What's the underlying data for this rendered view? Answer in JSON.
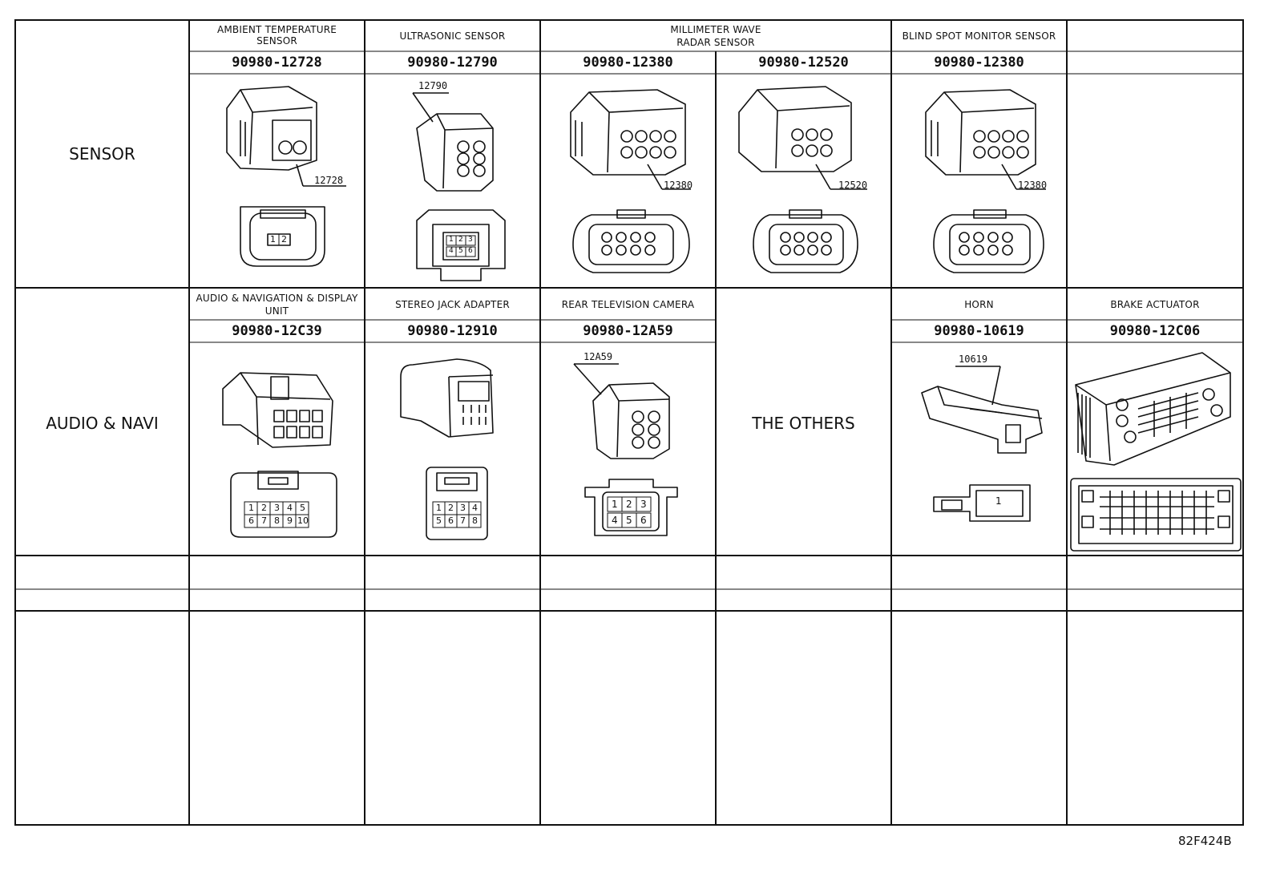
{
  "rows": {
    "sensor": "SENSOR",
    "audio": "AUDIO & NAVI",
    "others": "THE OTHERS"
  },
  "sensor": {
    "ambient": {
      "title": "AMBIENT TEMPERATURE SENSOR",
      "part": "90980-12728",
      "callout": "12728",
      "pins": [
        "1",
        "2"
      ]
    },
    "ultrasonic": {
      "title": "ULTRASONIC SENSOR",
      "part": "90980-12790",
      "callout": "12790",
      "pins": [
        "1",
        "2",
        "3",
        "4",
        "5",
        "6"
      ]
    },
    "mmw": {
      "title_l1": "MILLIMETER WAVE",
      "title_l2": "RADAR SENSOR",
      "part_a": "90980-12380",
      "callout_a": "12380",
      "part_b": "90980-12520",
      "callout_b": "12520"
    },
    "bsm": {
      "title": "BLIND SPOT MONITOR SENSOR",
      "part": "90980-12380",
      "callout": "12380"
    }
  },
  "audio": {
    "display": {
      "title_l1": "AUDIO & NAVIGATION & DISPLAY",
      "title_l2": "UNIT",
      "part": "90980-12C39",
      "pins": [
        "1",
        "2",
        "3",
        "4",
        "5",
        "6",
        "7",
        "8",
        "9",
        "10"
      ]
    },
    "jack": {
      "title": "STEREO JACK ADAPTER",
      "part": "90980-12910",
      "pins": [
        "1",
        "2",
        "3",
        "4",
        "5",
        "6",
        "7",
        "8"
      ]
    },
    "camera": {
      "title": "REAR TELEVISION CAMERA",
      "part": "90980-12A59",
      "callout": "12A59",
      "pins": [
        "1",
        "2",
        "3",
        "4",
        "5",
        "6"
      ]
    }
  },
  "others": {
    "horn": {
      "title": "HORN",
      "part": "90980-10619",
      "callout": "10619",
      "pin": "1"
    },
    "brake": {
      "title": "BRAKE ACTUATOR",
      "part": "90980-12C06"
    }
  },
  "figure_code": "82F424B"
}
